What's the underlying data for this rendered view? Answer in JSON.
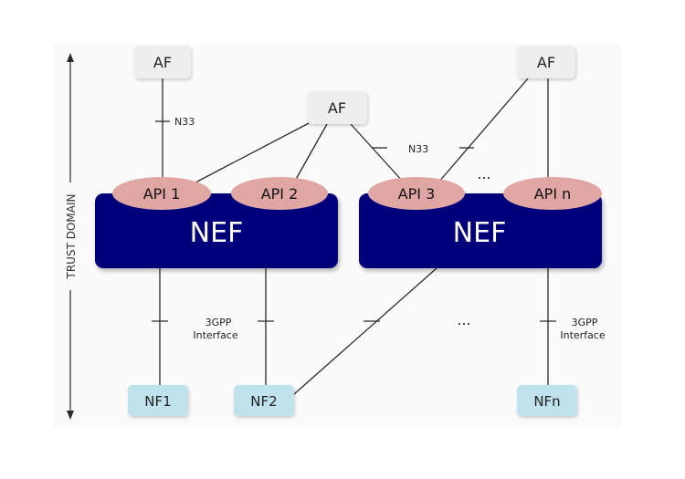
{
  "domain_axis": {
    "label": "TRUST DOMAIN"
  },
  "nodes": {
    "af_left": "AF",
    "af_mid": "AF",
    "af_right": "AF",
    "nef_left": "NEF",
    "nef_right": "NEF",
    "api1": "API 1",
    "api2": "API 2",
    "api3": "API 3",
    "apin": "API n",
    "nf1": "NF1",
    "nf2": "NF2",
    "nfn": "NFn"
  },
  "interfaces": {
    "n33_left": "N33",
    "n33_mid": "N33",
    "gpp_left_line1": "3GPP",
    "gpp_left_line2": "Interface",
    "gpp_right_line1": "3GPP",
    "gpp_right_line2": "Interface"
  },
  "ellipsis": {
    "top": "...",
    "bottom": "..."
  },
  "colors": {
    "nef_fill": "#05067a",
    "api_fill": "#e0a6a4",
    "af_fill": "#eeeeee",
    "nf_fill": "#bfe2ec",
    "line": "#2a2a2a",
    "panel": "#fafafa"
  }
}
